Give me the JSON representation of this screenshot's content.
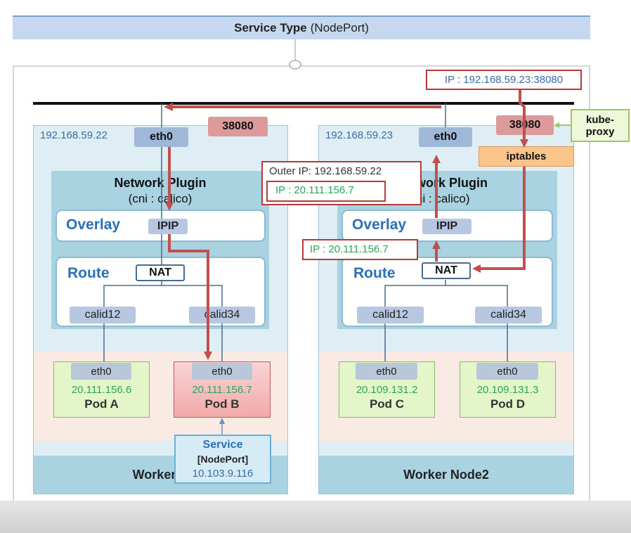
{
  "title": {
    "bold": "Service Type",
    "rest": "(NodePort)"
  },
  "top_ip_label": "IP : 192.168.59.23:38080",
  "kube_proxy": {
    "line1": "kube-",
    "line2": "proxy"
  },
  "iptables": "iptables",
  "port": "38080",
  "node1": {
    "ip": "192.168.59.22",
    "eth": "eth0",
    "port": "38080",
    "plugin_title": "Network Plugin",
    "plugin_sub": "(cni : calico)",
    "overlay": "Overlay",
    "ipip": "IPIP",
    "route": "Route",
    "nat": "NAT",
    "calid1": "calid12",
    "calid2": "calid34",
    "pod_a": {
      "eth": "eth0",
      "ip": "20.111.156.6",
      "name": "Pod A"
    },
    "pod_b": {
      "eth": "eth0",
      "ip": "20.111.156.7",
      "name": "Pod B"
    },
    "footer": "Worker N"
  },
  "node2": {
    "ip": "192.168.59.23",
    "eth": "eth0",
    "port": "38080",
    "iptables": "iptables",
    "plugin_title": "work Plugin",
    "plugin_sub": "ni : calico)",
    "overlay": "Overlay",
    "ipip": "IPIP",
    "route": "Route",
    "nat": "NAT",
    "calid1": "calid12",
    "calid2": "calid34",
    "pod_c": {
      "eth": "eth0",
      "ip": "20.109.131.2",
      "name": "Pod C"
    },
    "pod_d": {
      "eth": "eth0",
      "ip": "20.109.131.3",
      "name": "Pod D"
    },
    "footer": "Worker Node2"
  },
  "outer_box": {
    "outer": "Outer IP: 192.168.59.22",
    "inner": "IP : 20.111.156.7"
  },
  "inner_ip_label": "IP : 20.111.156.7",
  "service": {
    "title": "Service",
    "type": "[NodePort]",
    "ip": "10.103.9.116"
  },
  "colors": {
    "arrow": "#c0504d",
    "accent_blue": "#2a6fb8",
    "pod_green": "#2aa65a"
  }
}
